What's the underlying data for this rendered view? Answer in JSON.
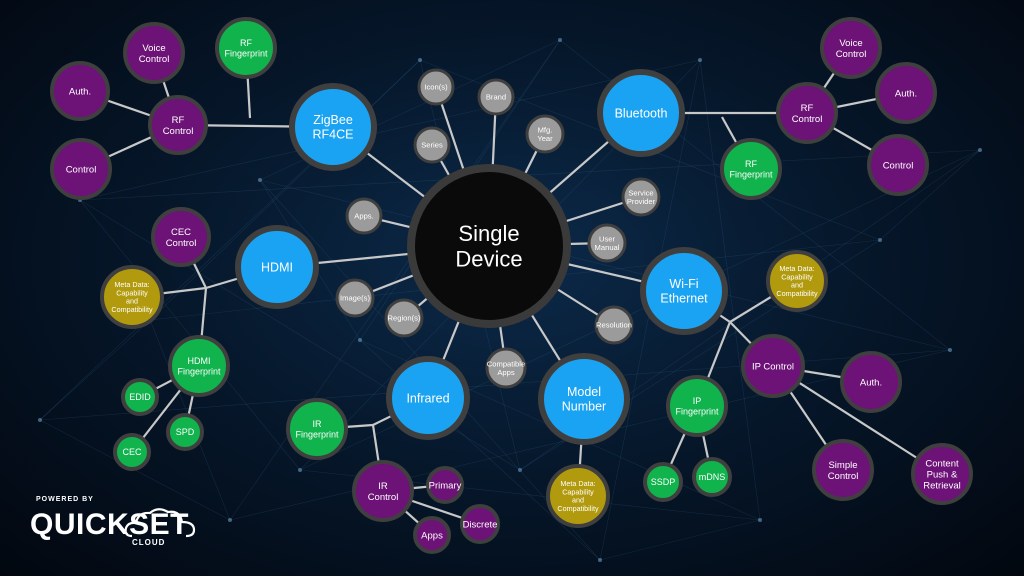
{
  "colors": {
    "center_fill": "#0a0a0a",
    "center_stroke": "#3a3a3a",
    "primary": "#1aa3f2",
    "gray": "#9b9b9b",
    "green": "#11b34d",
    "purple": "#6d1277",
    "gold": "#b19a0d",
    "node_stroke": "#3f3f3f",
    "edge": "#c8c8c8"
  },
  "nodes": [
    {
      "id": "center",
      "label": "Single Device",
      "type": "center"
    },
    {
      "id": "zigbee",
      "label": "ZigBee RF4CE",
      "type": "primary"
    },
    {
      "id": "bluetooth",
      "label": "Bluetooth",
      "type": "primary"
    },
    {
      "id": "hdmi",
      "label": "HDMI",
      "type": "primary"
    },
    {
      "id": "wifi",
      "label": "Wi-Fi Ethernet",
      "type": "primary"
    },
    {
      "id": "infrared",
      "label": "Infrared",
      "type": "primary"
    },
    {
      "id": "model",
      "label": "Model Number",
      "type": "primary"
    },
    {
      "id": "icons",
      "label": "Icon(s)",
      "type": "gray"
    },
    {
      "id": "brand",
      "label": "Brand",
      "type": "gray"
    },
    {
      "id": "mfg",
      "label": "Mfg. Year",
      "type": "gray"
    },
    {
      "id": "series",
      "label": "Series",
      "type": "gray"
    },
    {
      "id": "service",
      "label": "Service Provider",
      "type": "gray"
    },
    {
      "id": "apps",
      "label": "Apps.",
      "type": "gray"
    },
    {
      "id": "manual",
      "label": "User Manual",
      "type": "gray"
    },
    {
      "id": "images",
      "label": "Image(s)",
      "type": "gray"
    },
    {
      "id": "region",
      "label": "Region(s)",
      "type": "gray"
    },
    {
      "id": "resolution",
      "label": "Resolution",
      "type": "gray"
    },
    {
      "id": "compat",
      "label": "Compatible Apps",
      "type": "gray"
    },
    {
      "id": "rf_l",
      "label": "RF Control",
      "type": "purple"
    },
    {
      "id": "voice_l",
      "label": "Voice Control",
      "type": "purple"
    },
    {
      "id": "auth_l",
      "label": "Auth.",
      "type": "purple"
    },
    {
      "id": "control_l",
      "label": "Control",
      "type": "purple"
    },
    {
      "id": "rffp_l",
      "label": "RF Fingerprint",
      "type": "green"
    },
    {
      "id": "rf_r",
      "label": "RF Control",
      "type": "purple"
    },
    {
      "id": "voice_r",
      "label": "Voice Control",
      "type": "purple"
    },
    {
      "id": "auth_r",
      "label": "Auth.",
      "type": "purple"
    },
    {
      "id": "control_r",
      "label": "Control",
      "type": "purple"
    },
    {
      "id": "rffp_r",
      "label": "RF Fingerprint",
      "type": "green"
    },
    {
      "id": "cec_ctl",
      "label": "CEC Control",
      "type": "purple"
    },
    {
      "id": "meta_hdmi",
      "label": "Meta Data: Capability and Compatibility",
      "type": "gold"
    },
    {
      "id": "hdmifp",
      "label": "HDMI Fingerprint",
      "type": "green"
    },
    {
      "id": "edid",
      "label": "EDID",
      "type": "green"
    },
    {
      "id": "spd",
      "label": "SPD",
      "type": "green"
    },
    {
      "id": "cec",
      "label": "CEC",
      "type": "green"
    },
    {
      "id": "meta_wifi",
      "label": "Meta Data: Capability and Compatibility",
      "type": "gold"
    },
    {
      "id": "ipctl",
      "label": "IP Control",
      "type": "purple"
    },
    {
      "id": "auth_ip",
      "label": "Auth.",
      "type": "purple"
    },
    {
      "id": "simple",
      "label": "Simple Control",
      "type": "purple"
    },
    {
      "id": "content",
      "label": "Content Push & Retrieval",
      "type": "purple"
    },
    {
      "id": "ipfp",
      "label": "IP Fingerprint",
      "type": "green"
    },
    {
      "id": "ssdp",
      "label": "SSDP",
      "type": "green"
    },
    {
      "id": "mdns",
      "label": "mDNS",
      "type": "green"
    },
    {
      "id": "irfp",
      "label": "IR Fingerprint",
      "type": "green"
    },
    {
      "id": "irctl",
      "label": "IR Control",
      "type": "purple"
    },
    {
      "id": "primary_ir",
      "label": "Primary",
      "type": "purple"
    },
    {
      "id": "discrete",
      "label": "Discrete",
      "type": "purple"
    },
    {
      "id": "apps_ir",
      "label": "Apps",
      "type": "purple"
    },
    {
      "id": "meta_model",
      "label": "Meta Data: Capability and Compatibility",
      "type": "gold"
    }
  ],
  "edges": [
    [
      "center",
      "zigbee"
    ],
    [
      "center",
      "bluetooth"
    ],
    [
      "center",
      "hdmi"
    ],
    [
      "center",
      "wifi"
    ],
    [
      "center",
      "infrared"
    ],
    [
      "center",
      "model"
    ],
    [
      "center",
      "icons"
    ],
    [
      "center",
      "brand"
    ],
    [
      "center",
      "mfg"
    ],
    [
      "center",
      "series"
    ],
    [
      "center",
      "service"
    ],
    [
      "center",
      "apps"
    ],
    [
      "center",
      "manual"
    ],
    [
      "center",
      "images"
    ],
    [
      "center",
      "region"
    ],
    [
      "center",
      "resolution"
    ],
    [
      "center",
      "compat"
    ],
    [
      "zigbee",
      "rf_l"
    ],
    [
      "rf_l",
      "voice_l"
    ],
    [
      "rf_l",
      "auth_l"
    ],
    [
      "rf_l",
      "control_l"
    ],
    [
      "rffp_l",
      "j_zig"
    ],
    [
      "bluetooth",
      "rf_r"
    ],
    [
      "rf_r",
      "voice_r"
    ],
    [
      "rf_r",
      "auth_r"
    ],
    [
      "rf_r",
      "control_r"
    ],
    [
      "rffp_r",
      "j_bt"
    ],
    [
      "hdmi",
      "j_hdmi"
    ],
    [
      "j_hdmi",
      "cec_ctl"
    ],
    [
      "j_hdmi",
      "meta_hdmi"
    ],
    [
      "j_hdmi",
      "hdmifp"
    ],
    [
      "hdmifp",
      "edid"
    ],
    [
      "hdmifp",
      "spd"
    ],
    [
      "hdmifp",
      "cec"
    ],
    [
      "wifi",
      "j_wifi"
    ],
    [
      "j_wifi",
      "meta_wifi"
    ],
    [
      "j_wifi",
      "ipctl"
    ],
    [
      "j_wifi",
      "ipfp"
    ],
    [
      "ipctl",
      "auth_ip"
    ],
    [
      "ipctl",
      "simple"
    ],
    [
      "ipctl",
      "content"
    ],
    [
      "ipfp",
      "ssdp"
    ],
    [
      "ipfp",
      "mdns"
    ],
    [
      "infrared",
      "j_ir"
    ],
    [
      "j_ir",
      "irfp"
    ],
    [
      "j_ir",
      "irctl"
    ],
    [
      "irctl",
      "primary_ir"
    ],
    [
      "irctl",
      "discrete"
    ],
    [
      "irctl",
      "apps_ir"
    ],
    [
      "model",
      "meta_model"
    ]
  ],
  "logo": {
    "powered_by": "POWERED BY",
    "word": "QUICKSET",
    "sub": "CLOUD"
  }
}
